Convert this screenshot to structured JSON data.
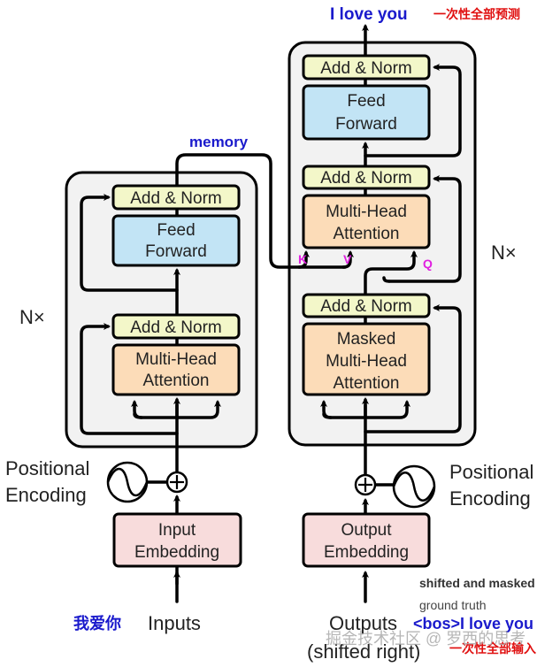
{
  "output_label": "I love you",
  "output_note": "一次性全部预测",
  "memory_label": "memory",
  "encoder": {
    "repeat_label": "N×",
    "add_norm_top": "Add & Norm",
    "feed_forward": [
      "Feed",
      "Forward"
    ],
    "add_norm_bottom": "Add & Norm",
    "attention": [
      "Multi-Head",
      "Attention"
    ]
  },
  "decoder": {
    "repeat_label": "N×",
    "add_norm_top": "Add & Norm",
    "feed_forward": [
      "Feed",
      "Forward"
    ],
    "add_norm_mid": "Add & Norm",
    "cross_attention": [
      "Multi-Head",
      "Attention"
    ],
    "add_norm_bottom": "Add & Norm",
    "masked_attention": [
      "Masked",
      "Multi-Head",
      "Attention"
    ],
    "kvq": {
      "k": "K",
      "v": "V",
      "q": "Q"
    }
  },
  "positional_encoding_left": [
    "Positional",
    "Encoding"
  ],
  "positional_encoding_right": [
    "Positional",
    "Encoding"
  ],
  "input_embedding": [
    "Input",
    "Embedding"
  ],
  "output_embedding": [
    "Output",
    "Embedding"
  ],
  "inputs_label": "Inputs",
  "inputs_example": "我爱你",
  "outputs_label": [
    "Outputs",
    "(shifted right)"
  ],
  "shifted_note": "shifted and masked",
  "ground_truth_note": "ground truth",
  "outputs_example": "<bos>I love you",
  "outputs_note": "一次性全部输入",
  "watermark": "掘金技术社区 @ 罗西的思考",
  "colors": {
    "add_norm": "#f3f7c9",
    "feed_forward": "#c2e4f5",
    "attention": "#fcdcb8",
    "embedding": "#f8dcdc",
    "container": "#f2f2f2",
    "annotation_blue": "#1a1acc",
    "annotation_red": "#e01010",
    "kvq_magenta": "#e020e0"
  }
}
